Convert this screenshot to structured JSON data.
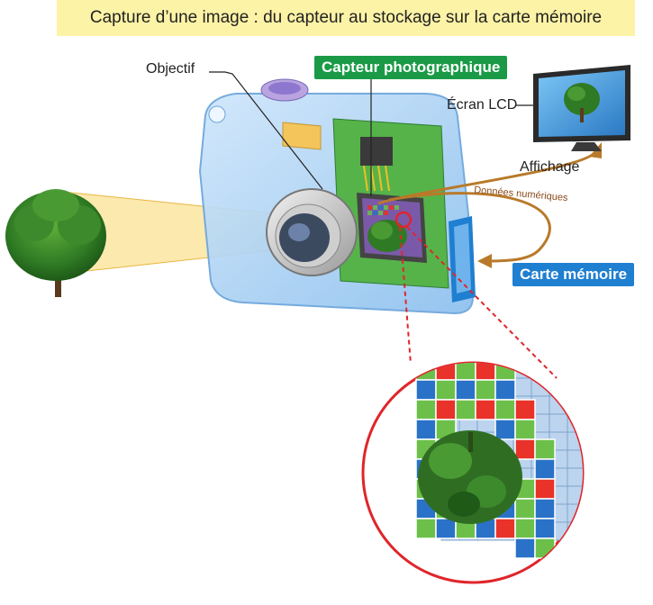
{
  "title": "Capture d’une image : du capteur au stockage sur la carte mémoire",
  "labels": {
    "objective": "Objectif",
    "sensor": "Capteur photographique",
    "lcd": "Écran LCD",
    "display": "Affichage",
    "digital_data": "Données numériques",
    "memory_card": "Carte mémoire"
  },
  "colors": {
    "title_bg": "#fdf3a6",
    "sensor_tag": "#1a9a46",
    "card_tag": "#1f7fd0",
    "arrow": "#b87a2a",
    "zoom_circle": "#e0252a",
    "pixel_red": "#e8322a",
    "pixel_green": "#6cc04a",
    "pixel_blue": "#2a72c8"
  },
  "icons": [
    "tree-icon",
    "camera-icon",
    "lens-icon",
    "sensor-chip-icon",
    "memory-card-icon",
    "lcd-monitor-icon",
    "zoom-circle-icon"
  ]
}
